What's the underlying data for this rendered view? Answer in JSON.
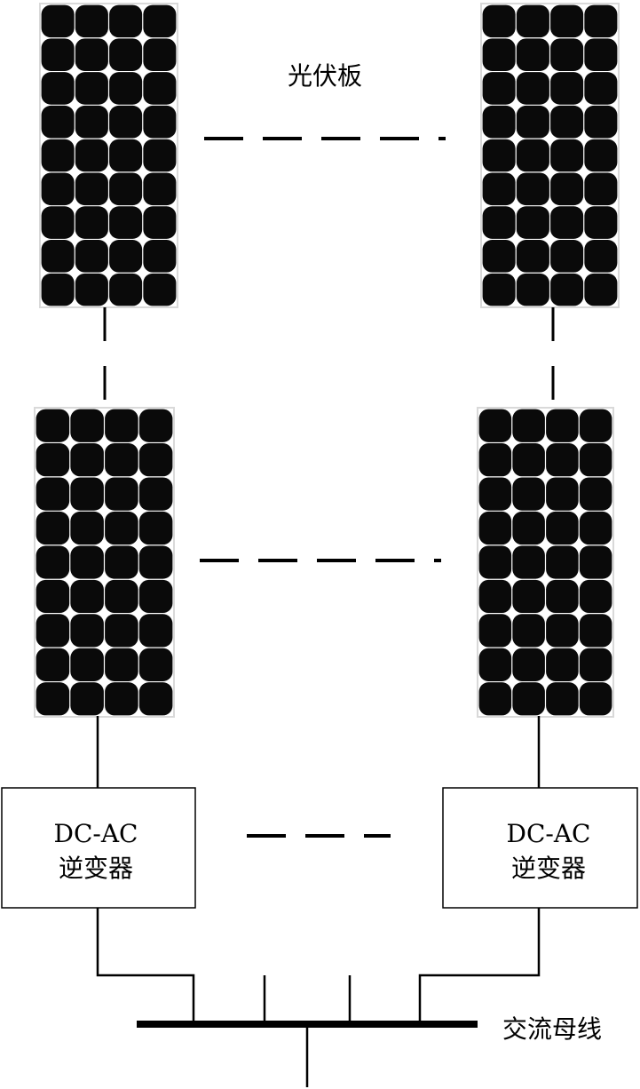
{
  "labels": {
    "pv_panel": "光伏板",
    "ac_bus": "交流母线"
  },
  "inverters": [
    {
      "line1": "DC-AC",
      "line2": "逆变器"
    },
    {
      "line1": "DC-AC",
      "line2": "逆变器"
    }
  ],
  "colors": {
    "cell": "#0a0a0a",
    "frame": "#d9d9d9",
    "line": "#000000",
    "background": "#ffffff"
  }
}
